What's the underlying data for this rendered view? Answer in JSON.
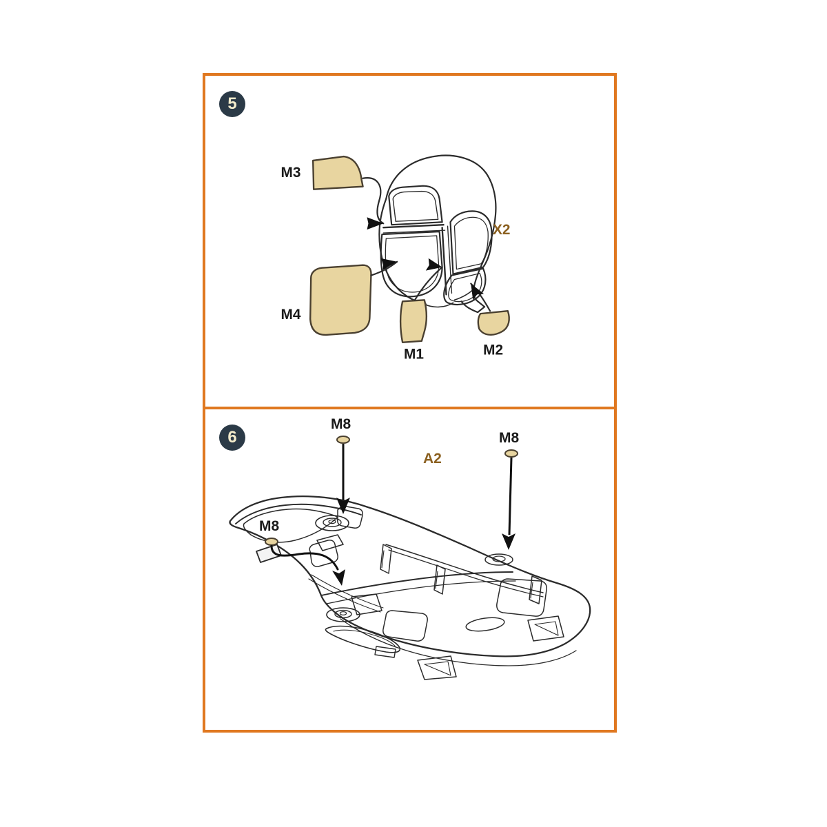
{
  "document": {
    "type": "model-kit-masking-instruction-sheet",
    "background_color": "#FFFFFF",
    "frame_color": "#E07820",
    "badge_color": "#2B3A47",
    "badge_text_color": "#F2EBCB",
    "mask_fill_color": "#E8D5A0",
    "mask_stroke_color": "#4A4030",
    "line_color": "#2B2B2B",
    "ref_label_color": "#8B6020"
  },
  "steps": [
    {
      "number": "5",
      "subject": "canopy-masking",
      "reference_label": "X2",
      "parts": [
        {
          "id": "M3",
          "label": "M3",
          "shape": "rounded-trapezoid"
        },
        {
          "id": "M4",
          "label": "M4",
          "shape": "large-rounded-quad"
        },
        {
          "id": "M1",
          "label": "M1",
          "shape": "rounded-square"
        },
        {
          "id": "M2",
          "label": "M2",
          "shape": "small-crescent"
        }
      ]
    },
    {
      "number": "6",
      "subject": "fuselage-underside-masking",
      "reference_label": "A2",
      "parts": [
        {
          "id": "M8-top-left",
          "label": "M8",
          "shape": "small-oval"
        },
        {
          "id": "M8-top-right",
          "label": "M8",
          "shape": "small-oval"
        },
        {
          "id": "M8-lower-left",
          "label": "M8",
          "shape": "small-oval"
        }
      ]
    }
  ]
}
